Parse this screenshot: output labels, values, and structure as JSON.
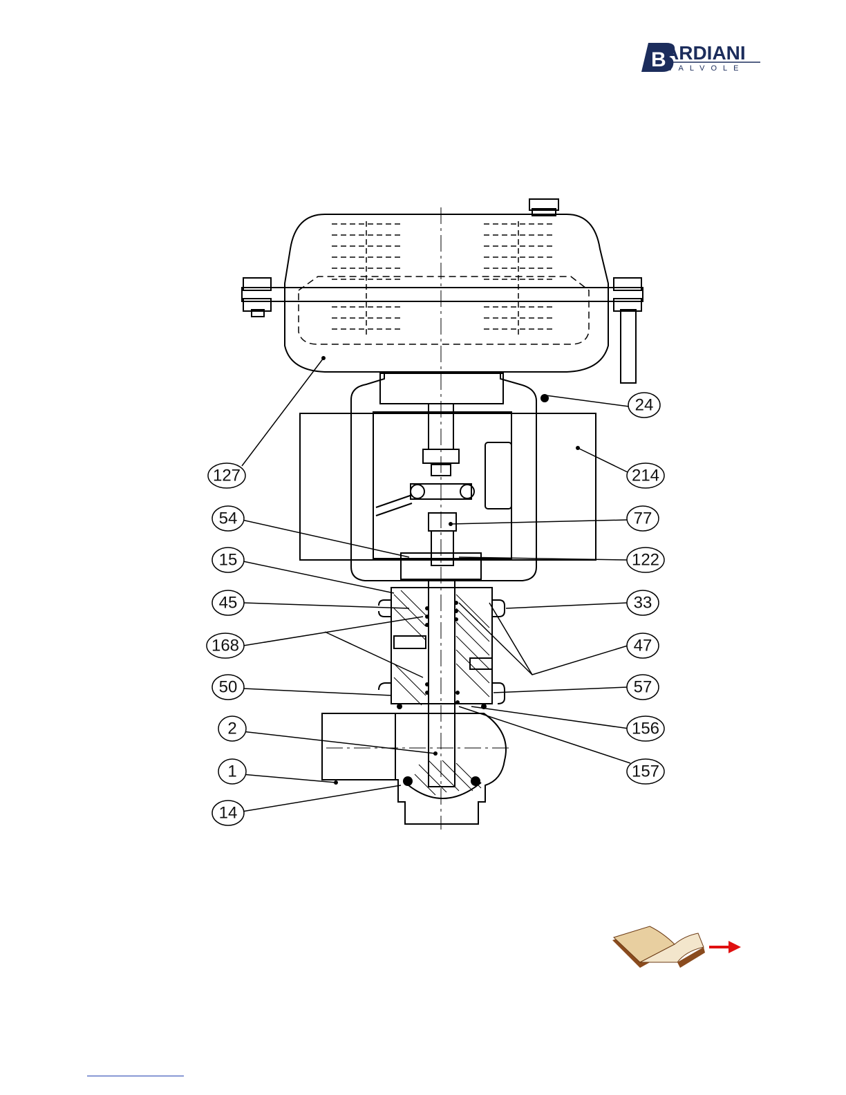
{
  "brand": {
    "name": "ARDIANI",
    "initial": "B",
    "subtitle": "VALVOLE",
    "color": "#1c2d5c"
  },
  "callouts": [
    {
      "id": "24",
      "label": "24"
    },
    {
      "id": "127",
      "label": "127"
    },
    {
      "id": "214",
      "label": "214"
    },
    {
      "id": "54",
      "label": "54"
    },
    {
      "id": "77",
      "label": "77"
    },
    {
      "id": "15",
      "label": "15"
    },
    {
      "id": "122",
      "label": "122"
    },
    {
      "id": "45",
      "label": "45"
    },
    {
      "id": "33",
      "label": "33"
    },
    {
      "id": "168",
      "label": "168"
    },
    {
      "id": "47",
      "label": "47"
    },
    {
      "id": "50",
      "label": "50"
    },
    {
      "id": "57",
      "label": "57"
    },
    {
      "id": "2",
      "label": "2"
    },
    {
      "id": "156",
      "label": "156"
    },
    {
      "id": "1",
      "label": "1"
    },
    {
      "id": "157",
      "label": "157"
    },
    {
      "id": "14",
      "label": "14"
    }
  ],
  "nav": {
    "book_icon": "open-book-icon",
    "arrow_icon": "arrow-right-icon",
    "arrow_color": "#e01010"
  }
}
